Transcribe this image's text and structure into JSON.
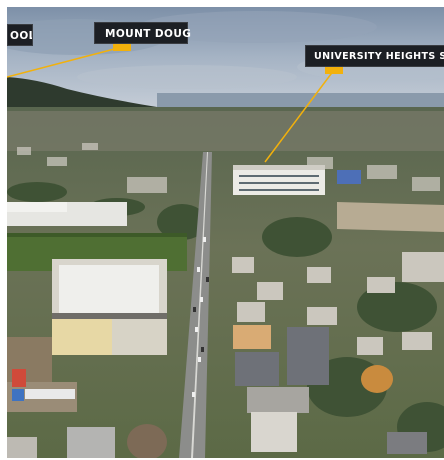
{
  "callouts": {
    "left_partial": "OOL",
    "mount_doug": "MOUNT DOUG",
    "university_heights": "UNIVERSITY HEIGHTS SHO"
  },
  "colors": {
    "label_bg": "#1c1f24",
    "label_text": "#ffffff",
    "pointer_accent": "#f2b10c"
  }
}
